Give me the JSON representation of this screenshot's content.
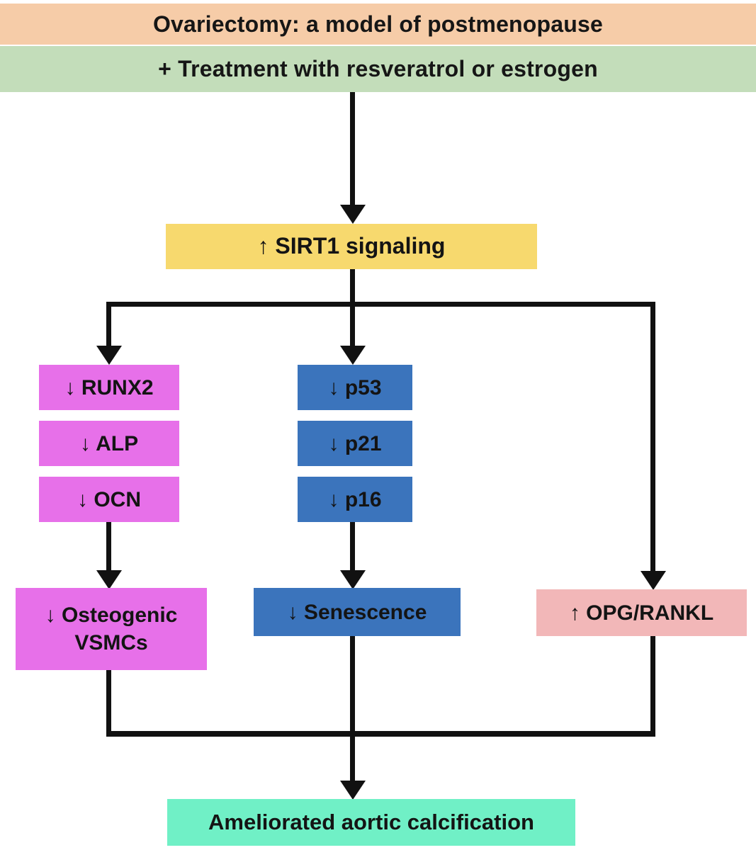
{
  "diagram": {
    "title_context": "SIRT1 signaling flowchart",
    "banners": {
      "ovariectomy": {
        "label": "Ovariectomy: a model of postmenopause",
        "bg": "#F6CCA8"
      },
      "treatment": {
        "label": "+ Treatment with resveratrol or estrogen",
        "bg": "#C3DDBA"
      }
    },
    "nodes": {
      "sirt1": {
        "label": "↑ SIRT1 signaling",
        "bg": "#F7D96E",
        "direction": "increase"
      },
      "runx2": {
        "label": "↓ RUNX2",
        "bg": "#E770E9",
        "direction": "decrease"
      },
      "alp": {
        "label": "↓ ALP",
        "bg": "#E770E9",
        "direction": "decrease"
      },
      "ocn": {
        "label": "↓ OCN",
        "bg": "#E770E9",
        "direction": "decrease"
      },
      "p53": {
        "label": "↓ p53",
        "bg": "#3B74BC",
        "direction": "decrease"
      },
      "p21": {
        "label": "↓ p21",
        "bg": "#3B74BC",
        "direction": "decrease"
      },
      "p16": {
        "label": "↓ p16",
        "bg": "#3B74BC",
        "direction": "decrease"
      },
      "osteogenic": {
        "label": "↓ Osteogenic VSMCs",
        "bg": "#E770E9",
        "direction": "decrease"
      },
      "senescence": {
        "label": "↓ Senescence",
        "bg": "#3B74BC",
        "direction": "decrease"
      },
      "opg": {
        "label": "↑ OPG/RANKL",
        "bg": "#F2B7B8",
        "direction": "increase"
      },
      "outcome": {
        "label": "Ameliorated aortic calcification",
        "bg": "#70F0C6"
      }
    },
    "edges": [
      {
        "from": "treatment",
        "to": "sirt1"
      },
      {
        "from": "sirt1",
        "to": "runx2"
      },
      {
        "from": "sirt1",
        "to": "p53"
      },
      {
        "from": "sirt1",
        "to": "opg"
      },
      {
        "from": "ocn",
        "to": "osteogenic"
      },
      {
        "from": "p16",
        "to": "senescence"
      },
      {
        "from": "osteogenic",
        "to": "outcome"
      },
      {
        "from": "senescence",
        "to": "outcome"
      },
      {
        "from": "opg",
        "to": "outcome"
      }
    ],
    "colors": {
      "line": "#111111",
      "text": "#141414",
      "background": "#FFFFFF"
    }
  }
}
